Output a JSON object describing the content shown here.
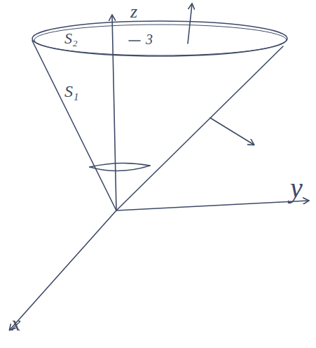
{
  "diagram": {
    "labels": [
      "z",
      "S₂",
      "3",
      "S₁",
      "y",
      "x"
    ]
  }
}
